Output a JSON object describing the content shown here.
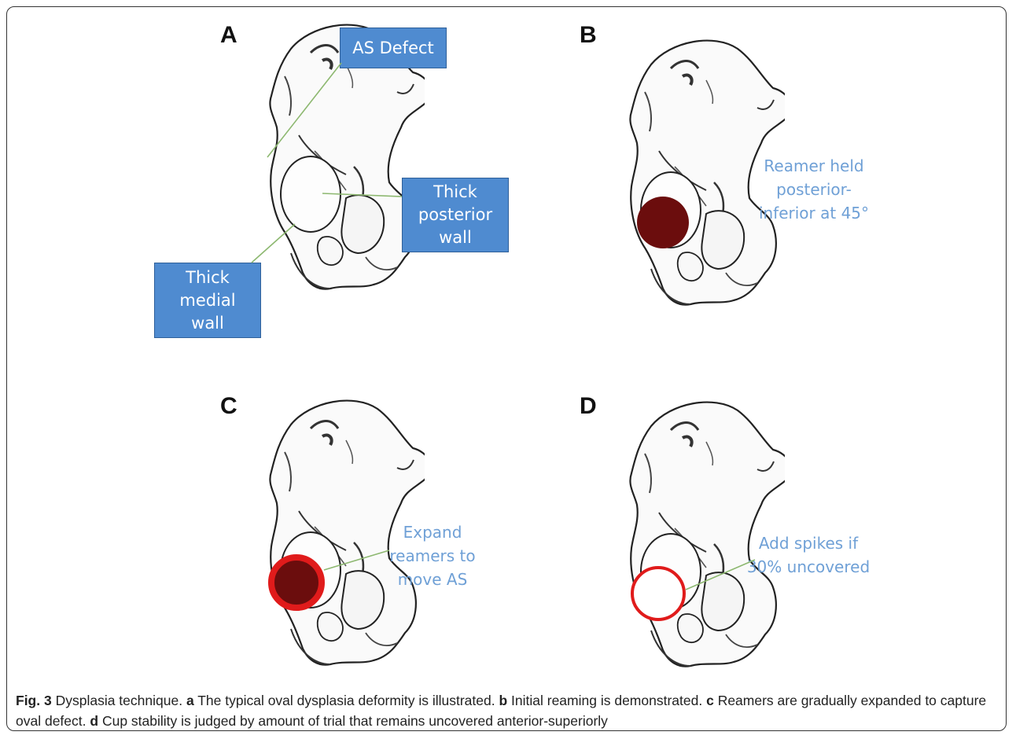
{
  "panels": {
    "a": {
      "letter": "A",
      "labels": {
        "as_defect": "AS Defect",
        "posterior_wall": "Thick\nposterior\nwall",
        "medial_wall": "Thick\nmedial\nwall"
      }
    },
    "b": {
      "letter": "B",
      "note": "Reamer held\nposterior-\ninferior at 45°"
    },
    "c": {
      "letter": "C",
      "note": "Expand\nreamers to\nmove AS"
    },
    "d": {
      "letter": "D",
      "note": "Add spikes if\n30% uncovered"
    }
  },
  "caption": {
    "fig_label": "Fig. 3",
    "title": "Dysplasia technique.",
    "a_key": "a",
    "a_text": "The typical oval dysplasia deformity is illustrated.",
    "b_key": "b",
    "b_text": "Initial reaming is demonstrated.",
    "c_key": "c",
    "c_text": "Reamers are gradually expanded to capture oval defect.",
    "d_key": "d",
    "d_text": "Cup stability is judged by amount of trial that remains uncovered anterior-superiorly"
  },
  "colors": {
    "label_box": "#4f8bd0",
    "note_text": "#6fa0d6",
    "reamer_dark": "#6b0d0d",
    "reamer_ring": "#e01b1b",
    "pointer_line": "#8db870"
  }
}
